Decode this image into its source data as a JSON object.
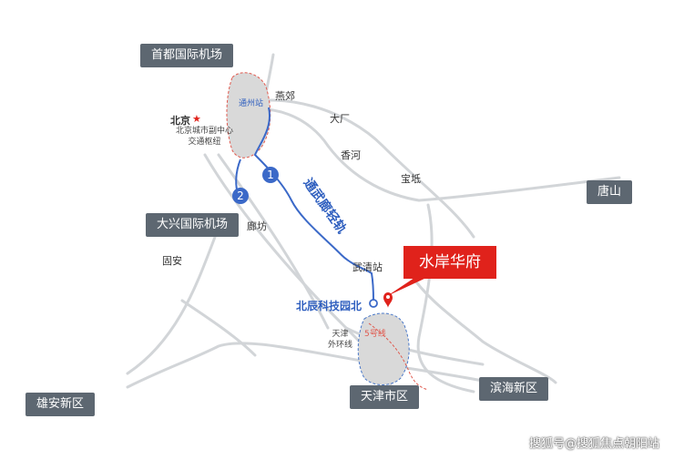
{
  "places": {
    "capital_airport": "首都国际机场",
    "tangshan": "唐山",
    "daxing_airport": "大兴国际机场",
    "xiongan": "雄安新区",
    "tianjin_city": "天津市区",
    "binhai": "滨海新区"
  },
  "labels": {
    "beijing": "北京",
    "beijing_sub_1": "北京城市副中心",
    "beijing_sub_2": "交通枢纽",
    "tongzhou_station": "通州站",
    "yanjiao": "燕郊",
    "dachang": "大厂",
    "xianghe": "香河",
    "baodi": "宝坻",
    "langfang": "廊坊",
    "guan": "固安",
    "wuqing_station": "武清站",
    "beichen_park": "北辰科技园北",
    "tianjin_outer_1": "天津",
    "tianjin_outer_2": "外环线",
    "metro_line5": "5号线",
    "light_rail": "通武廊轻轨",
    "marker_1": "1",
    "marker_2": "2"
  },
  "callout": "水岸华府",
  "watermark": "搜狐号@搜狐焦点朝阳站",
  "colors": {
    "road": "#d2d5d8",
    "rail": "#3b69c8",
    "district": "#d9d9d9",
    "accent": "#e0221b",
    "tag_bg": "#5d6771"
  },
  "icons": {
    "star": "star-icon",
    "pin": "location-pin-icon"
  }
}
